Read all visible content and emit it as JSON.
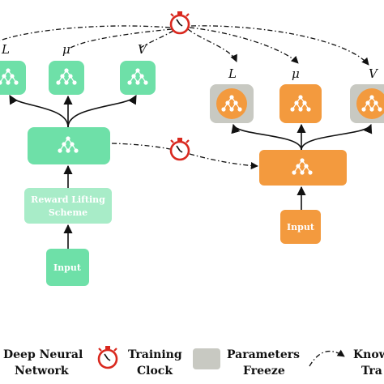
{
  "labels": {
    "l_left": "L",
    "mu_left": "μ",
    "v_left": "V",
    "l_right": "L",
    "mu_right": "μ",
    "v_right": "V"
  },
  "boxes": {
    "reward_line1": "Reward  Lifting",
    "reward_line2": "Scheme",
    "input_left": "Input",
    "input_right": "Input"
  },
  "legend": {
    "dnn_line1": "Deep Neural",
    "dnn_line2": "Network",
    "clock_line1": "Training",
    "clock_line2": "Clock",
    "freeze_line1": "Parameters",
    "freeze_line2": "Freeze",
    "transfer_line1": "Know",
    "transfer_line2": "Tra"
  },
  "colors": {
    "teacher_green": "#6ee0a8",
    "teacher_green_light": "#a8ecc8",
    "student_orange": "#f39a3e",
    "freeze_gray": "#c8c9c2",
    "clock_red": "#d9281e"
  }
}
